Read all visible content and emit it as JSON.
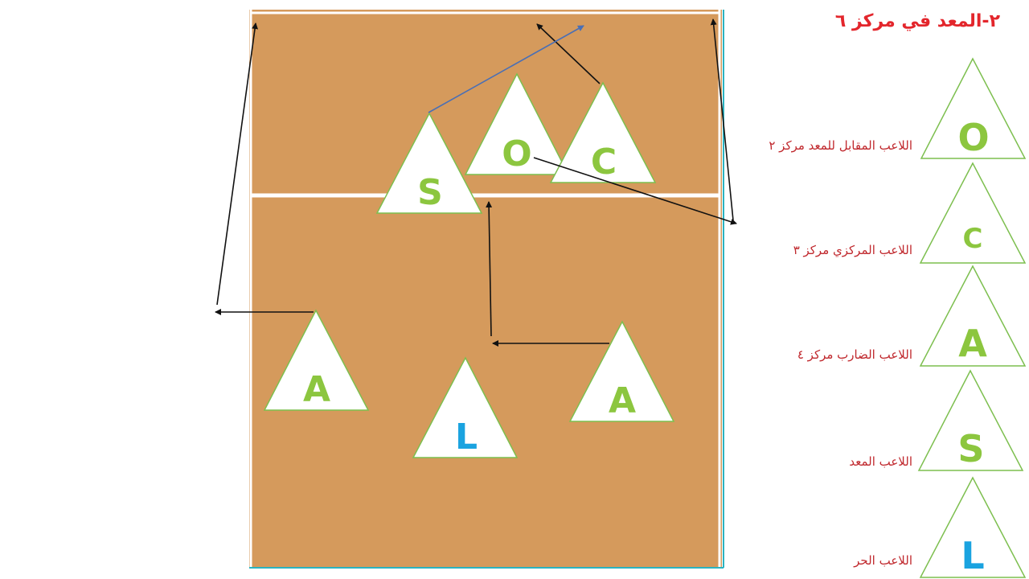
{
  "title": "٢-المعد في مركز ٦",
  "colors": {
    "court": "#d59a5c",
    "court_line": "#ffffff",
    "net_line": "#2bb3c0",
    "triangle_stroke": "#7dbf4f",
    "letter_green": "#8cc63f",
    "letter_blue": "#1aa3e0",
    "arrow_black": "#111111",
    "arrow_blue": "#4a6fb5",
    "label_red": "#c0282d"
  },
  "court_players": [
    {
      "letter": "S",
      "color": "letter_green"
    },
    {
      "letter": "O",
      "color": "letter_green"
    },
    {
      "letter": "C",
      "color": "letter_green"
    },
    {
      "letter": "A",
      "color": "letter_green"
    },
    {
      "letter": "L",
      "color": "letter_blue"
    },
    {
      "letter": "A",
      "color": "letter_green"
    }
  ],
  "legend": [
    {
      "letter": "O",
      "color": "letter_green",
      "label": "اللاعب المقابل للمعد مركز ٢"
    },
    {
      "letter": "C",
      "color": "letter_green",
      "label": "اللاعب المركزي  مركز ٣"
    },
    {
      "letter": "A",
      "color": "letter_green",
      "label": "اللاعب الضارب مركز ٤"
    },
    {
      "letter": "S",
      "color": "letter_green",
      "label": "اللاعب المعد"
    },
    {
      "letter": "L",
      "color": "letter_blue",
      "label": "اللاعب الحر"
    }
  ]
}
